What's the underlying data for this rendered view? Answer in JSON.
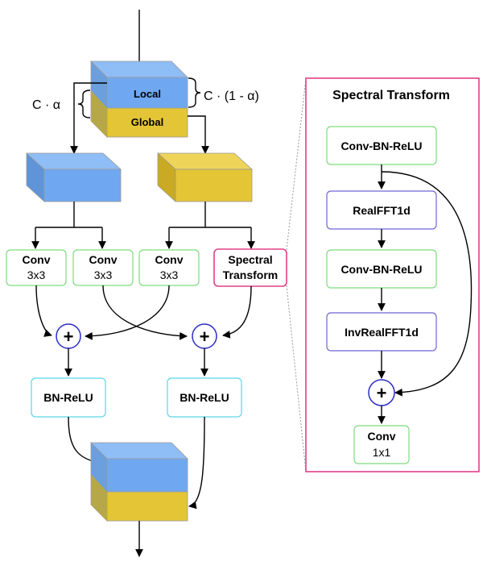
{
  "input_block": {
    "local_label": "Local",
    "global_label": "Global"
  },
  "split_labels": {
    "local_ratio": "C · α",
    "global_ratio": "C · (1 - α)"
  },
  "branches": {
    "conv_local_local": {
      "line1": "Conv",
      "line2": "3x3"
    },
    "conv_local_global": {
      "line1": "Conv",
      "line2": "3x3"
    },
    "conv_global_local": {
      "line1": "Conv",
      "line2": "3x3"
    },
    "spectral_transform": {
      "line1": "Spectral",
      "line2": "Transform"
    }
  },
  "add_symbol": "+",
  "bn_relu_left": "BN-ReLU",
  "bn_relu_right": "BN-ReLU",
  "spectral_panel": {
    "title": "Spectral Transform",
    "conv_bn_relu_1": "Conv-BN-ReLU",
    "real_fft": "RealFFT1d",
    "conv_bn_relu_2": "Conv-BN-ReLU",
    "inv_real_fft": "InvRealFFT1d",
    "conv_1x1": {
      "line1": "Conv",
      "line2": "1x1"
    }
  },
  "colors": {
    "local_blue": "#6fa8f0",
    "global_yellow": "#e4c536",
    "green_border": "#7ddc7d",
    "cyan_border": "#5bd6e6",
    "purple_border": "#6b66d6",
    "magenta_border": "#e0408a",
    "add_circle_border": "#2c2cc8"
  }
}
